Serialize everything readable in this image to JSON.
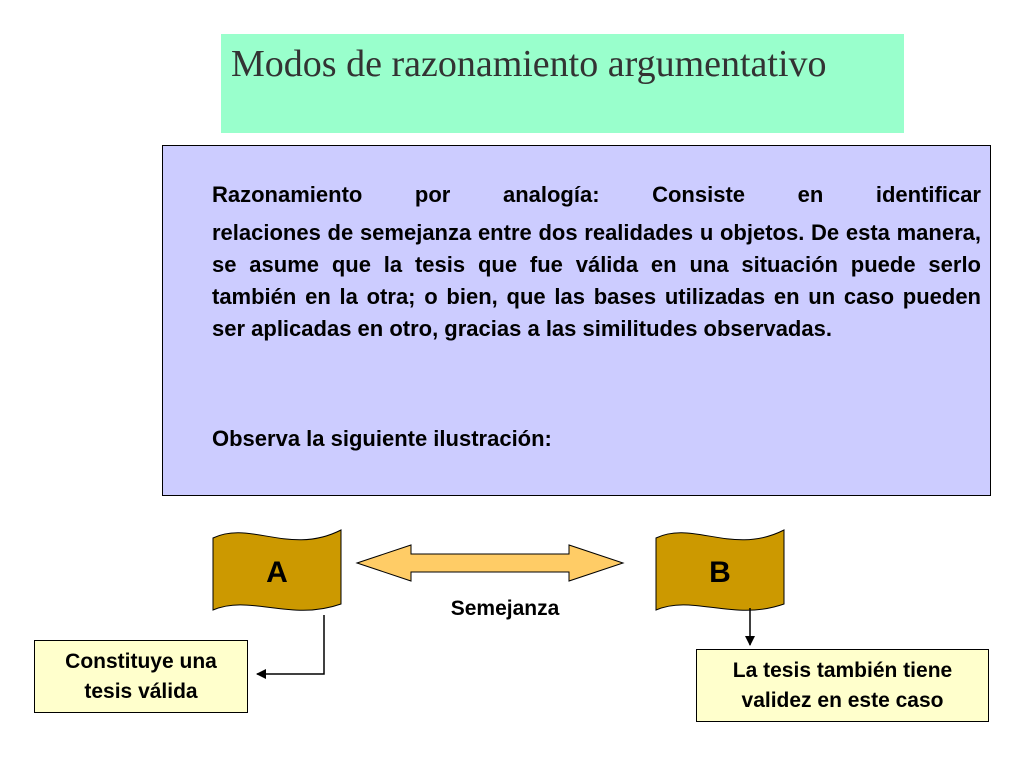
{
  "title": "Modos de razonamiento argumentativo",
  "content": {
    "first_line": "Razonamiento por analogía: Consiste en identificar",
    "body": "relaciones de semejanza entre dos realidades u objetos. De esta manera, se asume que la tesis que fue válida en una situación puede serlo también en la otra; o bien, que las bases utilizadas en un caso pueden ser aplicadas en otro, gracias a las similitudes observadas.",
    "observe": "Observa la siguiente ilustración:"
  },
  "diagram": {
    "flag_a": "A",
    "flag_b": "B",
    "similarity_label": "Semejanza",
    "left_note_line1": "Constituye una",
    "left_note_line2": "tesis válida",
    "right_note_line1": "La tesis también tiene",
    "right_note_line2": "validez en este caso",
    "colors": {
      "flag_fill": "#cc9900",
      "arrow_fill": "#ffcc66",
      "note_fill": "#ffffcc",
      "title_bg": "#99ffcc",
      "content_bg": "#ccccff"
    }
  }
}
